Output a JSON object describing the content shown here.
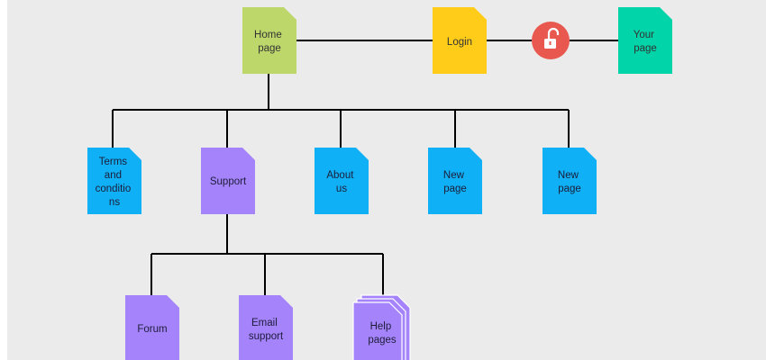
{
  "diagram": {
    "colors": {
      "background": "#ebebeb",
      "connector": "#000000",
      "home": "#bdd76b",
      "login": "#ffcc1a",
      "your_page": "#00d4a8",
      "blue_page": "#0fb0f5",
      "purple_page": "#a583fa",
      "lock_circle": "#e8584e",
      "text_dark": "#333333",
      "text_light": "#1d1d3a"
    },
    "nodes": {
      "home": {
        "lines": [
          "Home",
          "page"
        ]
      },
      "login": {
        "lines": [
          "Login"
        ]
      },
      "lock": {
        "icon": "unlocked-padlock-icon"
      },
      "your_page": {
        "lines": [
          "Your",
          "page"
        ]
      },
      "terms": {
        "lines": [
          "Terms",
          "and",
          "conditio",
          "ns"
        ]
      },
      "support": {
        "lines": [
          "Support"
        ]
      },
      "about": {
        "lines": [
          "About",
          "us"
        ]
      },
      "new_page_1": {
        "lines": [
          "New",
          "page"
        ]
      },
      "new_page_2": {
        "lines": [
          "New",
          "page"
        ]
      },
      "forum": {
        "lines": [
          "Forum"
        ]
      },
      "email_support": {
        "lines": [
          "Email",
          "support"
        ]
      },
      "help_pages": {
        "lines": [
          "Help",
          "pages"
        ]
      }
    }
  }
}
